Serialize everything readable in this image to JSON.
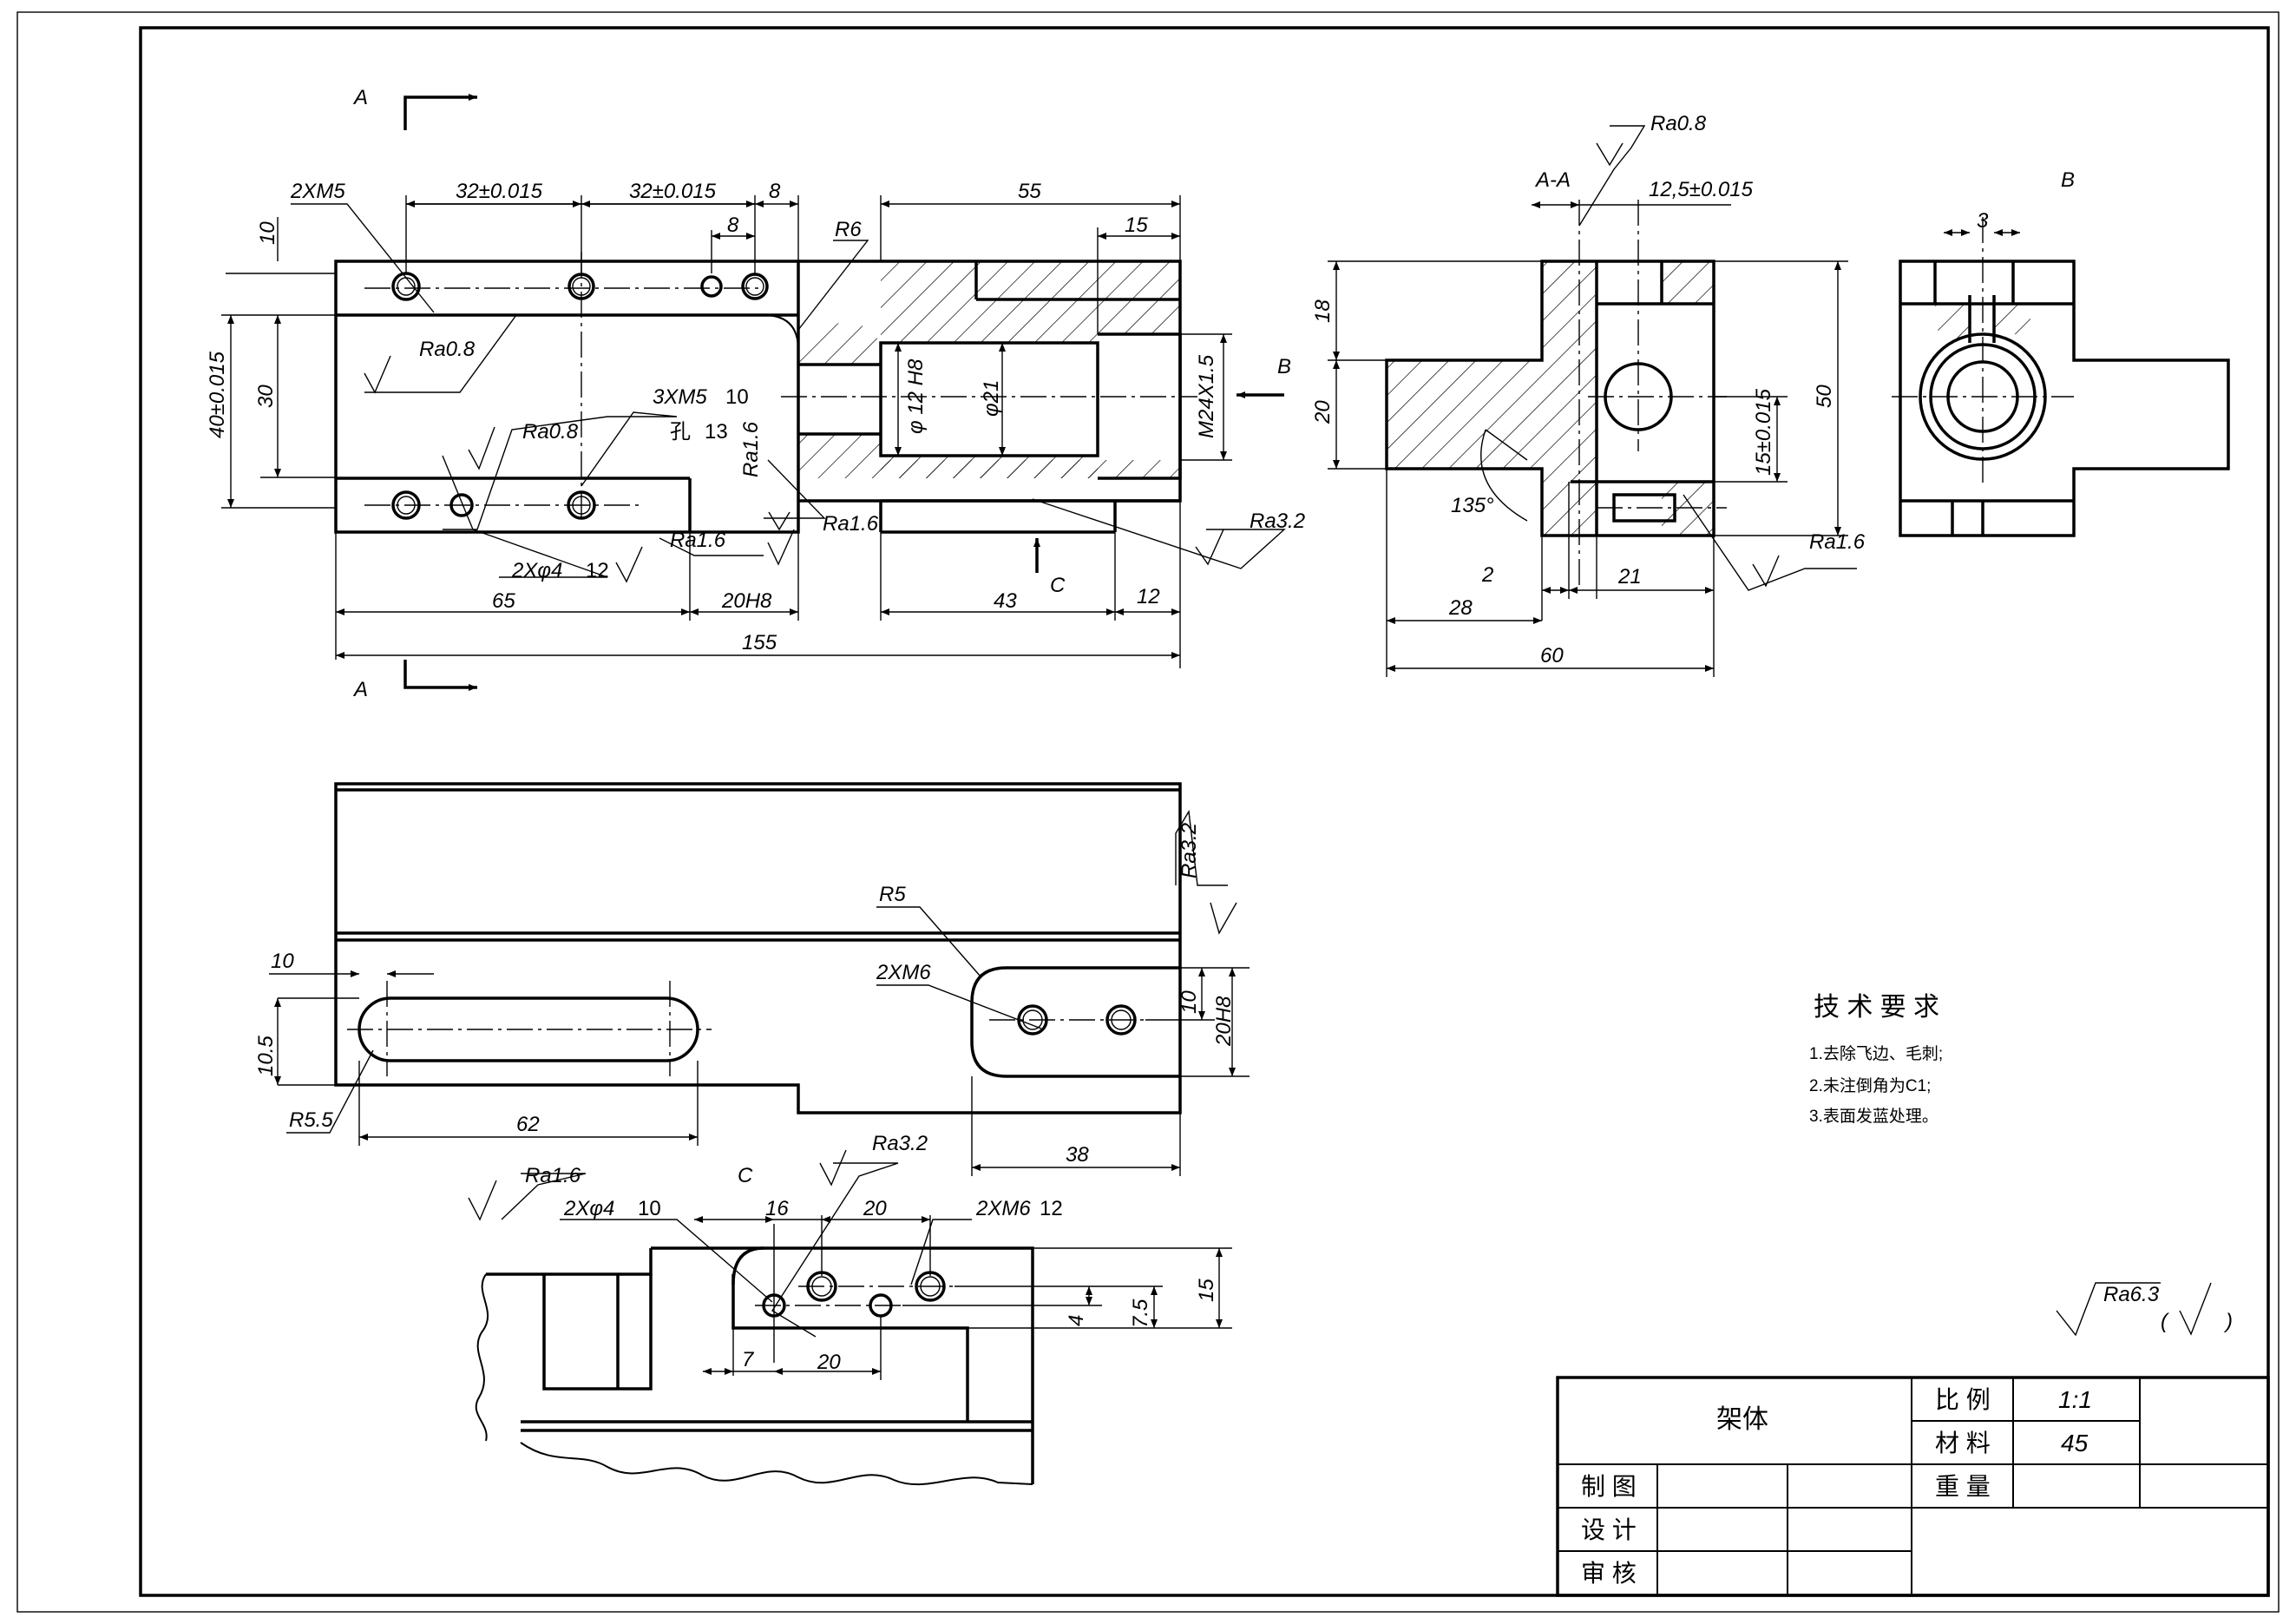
{
  "title_block": {
    "part_name": "架体",
    "scale_label": "比 例",
    "scale_value": "1:1",
    "material_label": "材 料",
    "material_value": "45",
    "weight_label": "重 量",
    "drawn_by": "制 图",
    "designed_by": "设 计",
    "checked_by": "审 核"
  },
  "tech_req": {
    "title": "技 术 要 求",
    "items": [
      "1.去除飞边、毛刺;",
      "2.未注倒角为C1;",
      "3.表面发蓝处理。"
    ]
  },
  "general_roughness": {
    "value": "Ra6.3",
    "suffix_open": "(",
    "suffix_close": ")"
  },
  "view_labels": {
    "section_a_top": "A",
    "section_a_bottom": "A",
    "section_aa": "A-A",
    "view_b": "B",
    "view_b_arrow": "B",
    "view_c": "C",
    "view_c_arrow": "C"
  },
  "front_view": {
    "dims": {
      "d_2xm5": "2XM5",
      "d_32a": "32±0.015",
      "d_32b": "32±0.015",
      "d_8a": "8",
      "d_8b": "8",
      "d_55": "55",
      "d_15": "15",
      "d_r6": "R6",
      "d_10": "10",
      "d_40": "40±0.015",
      "d_30": "30",
      "d_ra08a": "Ra0.8",
      "d_3xm5": "3XM5",
      "d_3xm5_depth": "10",
      "d_hole13": "孔",
      "d_hole13_depth": "13",
      "d_ra08b": "Ra0.8",
      "d_ra16a": "Ra1.6",
      "d_phi12": "φ 12 H8",
      "d_phi21": "φ21",
      "d_m24": "M24X1.5",
      "d_2xphi4": "2Xφ4",
      "d_2xphi4_depth": "12",
      "d_ra16b": "Ra1.6",
      "d_ra16c": "Ra1.6",
      "d_ra32": "Ra3.2",
      "d_65": "65",
      "d_20h8": "20H8",
      "d_43": "43",
      "d_12": "12",
      "d_155": "155"
    }
  },
  "section_aa": {
    "dims": {
      "d_ra08": "Ra0.8",
      "d_125": "12,5±0.015",
      "d_18": "18",
      "d_20": "20",
      "d_50": "50",
      "d_15": "15±0.015",
      "d_135": "135°",
      "d_2": "2",
      "d_21": "21",
      "d_28": "28",
      "d_60": "60",
      "d_ra16": "Ra1.6"
    }
  },
  "view_b": {
    "dims": {
      "d_3": "3"
    }
  },
  "top_view": {
    "dims": {
      "d_ra32": "Ra3.2",
      "d_r5": "R5",
      "d_2xm6": "2XM6",
      "d_10a": "10",
      "d_10b": "10",
      "d_20h8": "20H8",
      "d_105": "10.5",
      "d_r55": "R5.5",
      "d_62": "62",
      "d_38": "38"
    }
  },
  "view_c": {
    "dims": {
      "d_ra16": "Ra1.6",
      "d_ra32": "Ra3.2",
      "d_2xphi4": "2Xφ4",
      "d_2xphi4_depth": "10",
      "d_16": "16",
      "d_20a": "20",
      "d_2xm6": "2XM6",
      "d_2xm6_depth": "12",
      "d_15": "15",
      "d_75": "7.5",
      "d_4": "4",
      "d_7": "7",
      "d_20b": "20"
    }
  }
}
